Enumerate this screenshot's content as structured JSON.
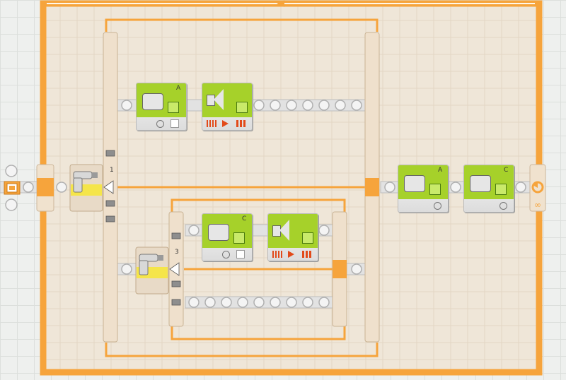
{
  "colors": {
    "loop_orange": "#f6a43c",
    "beam_light": "#f3e6d4",
    "beam_dark": "#dcc7ae",
    "green_accent": "#a6d12a",
    "yellow_accent": "#f5e54a",
    "grid_bg": "#eef0ee",
    "loop_area_bg": "#efe6d8",
    "sequence_beam": "#e0e0e0"
  },
  "blocks": {
    "motor_a_top": {
      "port": "A",
      "icon": "motor-icon",
      "action": "power-icon"
    },
    "sound_top": {
      "icon": "speaker-icon"
    },
    "switch_1": {
      "icon": "hand-sensor-icon",
      "case": "1"
    },
    "motor_c_inner": {
      "port": "C",
      "icon": "motor-icon",
      "action": "power-icon"
    },
    "sound_inner": {
      "icon": "speaker-icon"
    },
    "switch_3": {
      "icon": "hand-sensor-icon",
      "case": "3"
    },
    "motor_a_right": {
      "port": "A",
      "icon": "motor-icon"
    },
    "motor_c_right": {
      "port": "C",
      "icon": "motor-icon"
    },
    "loop_end": {
      "icon": "loop-icon",
      "mode": "infinity-icon"
    },
    "start": {
      "icon": "start-icon"
    }
  }
}
